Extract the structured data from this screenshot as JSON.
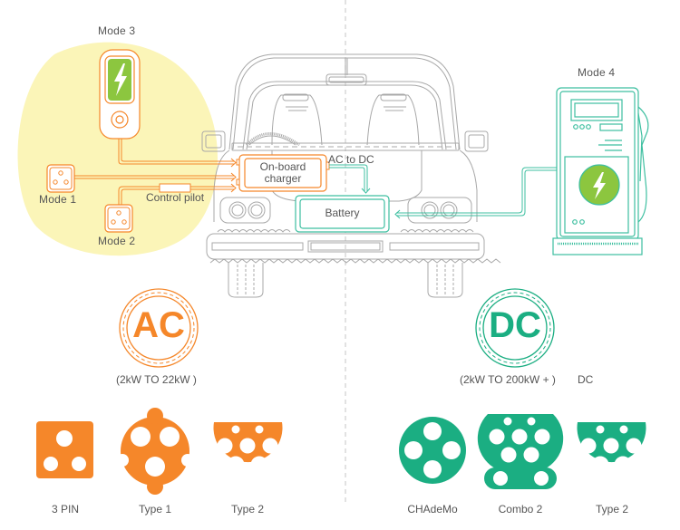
{
  "colors": {
    "ac_orange": "#F5872A",
    "dc_green": "#1BAE82",
    "teal_line": "#3DBFA0",
    "highlight_yellow": "#FBF5B8",
    "lightning_green": "#8CC63F",
    "car_gray": "#A8A8A8",
    "text_gray": "#555555"
  },
  "modes": {
    "mode3": "Mode  3",
    "mode1": "Mode  1",
    "mode2": "Mode  2",
    "mode4": "Mode  4"
  },
  "labels": {
    "control_pilot": "Control pilot",
    "onboard_charger_line1": "On-board",
    "onboard_charger_line2": "charger",
    "ac_to_dc": "AC to DC",
    "battery": "Battery"
  },
  "ac": {
    "badge": "AC",
    "range": "(2kW TO 22kW )"
  },
  "dc": {
    "badge": "DC",
    "range": "(2kW TO 200kW + )",
    "suffix": "DC"
  },
  "ac_connectors": [
    {
      "name": "3 PIN",
      "icon": "3-pin-plug-icon"
    },
    {
      "name": "Type 1",
      "icon": "type-1-plug-icon"
    },
    {
      "name": "Type 2",
      "icon": "type-2-plug-icon"
    }
  ],
  "dc_connectors": [
    {
      "name": "CHAdeMo",
      "icon": "chademo-plug-icon"
    },
    {
      "name": "Combo 2",
      "icon": "combo-2-plug-icon"
    },
    {
      "name": "Type 2",
      "icon": "type-2-plug-icon"
    }
  ]
}
